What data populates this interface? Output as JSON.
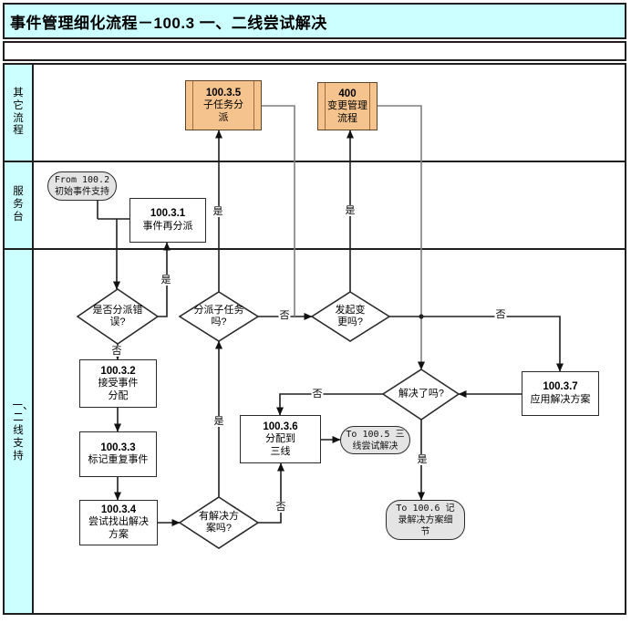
{
  "header": {
    "title": "事件管理细化流程－100.3 一、二线尝试解决"
  },
  "lanes": [
    {
      "label": "其它流程"
    },
    {
      "label": "服务台"
    },
    {
      "label": "一、二线支持"
    }
  ],
  "nodes": {
    "from_100_2": {
      "label": "From 100.2\n初始事件支持"
    },
    "b10031": {
      "num": "100.3.1",
      "label": "事件再分派"
    },
    "b10035": {
      "num": "100.3.5",
      "label": "子任务分\n派"
    },
    "b400": {
      "num": "400",
      "label": "变更管理\n流程"
    },
    "d_misassign": {
      "label": "是否分派错\n误?"
    },
    "b10032": {
      "num": "100.3.2",
      "label": "接受事件\n分配"
    },
    "b10033": {
      "num": "100.3.3",
      "label": "标记重复事件"
    },
    "b10034": {
      "num": "100.3.4",
      "label": "尝试找出解决\n方案"
    },
    "d_subtask": {
      "label": "分派子任务\n吗?"
    },
    "d_change": {
      "label": "发起变\n更吗?"
    },
    "d_solution": {
      "label": "有解决方\n案吗?"
    },
    "d_solved": {
      "label": "解决了吗?"
    },
    "b10036": {
      "num": "100.3.6",
      "label": "分配到\n三线"
    },
    "b10037": {
      "num": "100.3.7",
      "label": "应用解决方案"
    },
    "to_100_5": {
      "label": "To 100.5 三\n线尝试解决"
    },
    "to_100_6": {
      "label": "To 100.6 记\n录解决方案细\n节"
    }
  },
  "edge_labels": {
    "yes": "是",
    "no": "否"
  },
  "colors": {
    "lane_fill": "#CCFFFF",
    "process_fill": "#F5C48E",
    "process_border": "#5d4426",
    "terminator_fill": "#e4e4e4",
    "line": "#1f1f1f",
    "line_gray": "#7f7f7f"
  }
}
